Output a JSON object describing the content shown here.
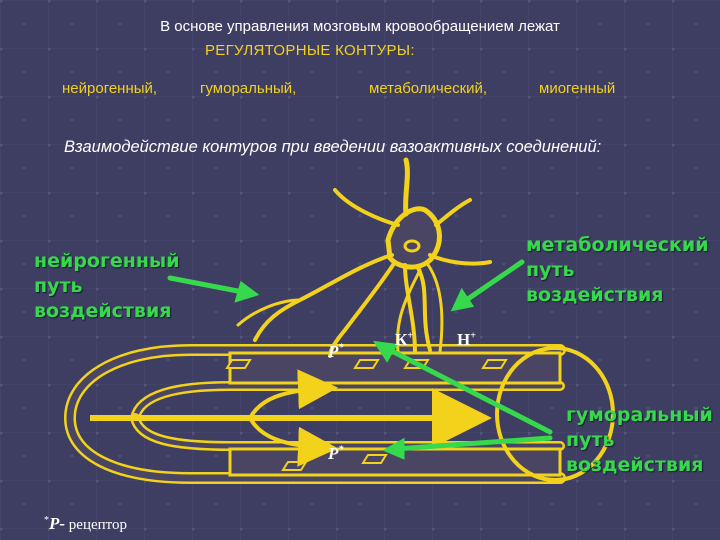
{
  "header": {
    "line1": "В основе управления мозговым кровообращением лежат",
    "line2": "РЕГУЛЯТОРНЫЕ    КОНТУРЫ:"
  },
  "contours": [
    "нейрогенный,",
    "гуморальный,",
    "метаболический,",
    "миогенный"
  ],
  "interaction": "Взаимодействие контуров при введении вазоактивных соединений:",
  "paths": {
    "neurogenic": "нейрогенный путь воздействия",
    "metabolic": "метаболический путь воздействия",
    "humoral": "гуморальный путь воздействия"
  },
  "labels": {
    "receptor": "Р",
    "potassium": "К",
    "hydrogen": "Н"
  },
  "footnote": {
    "symbol": "Р-",
    "text": "рецептор"
  },
  "colors": {
    "background": "#3e3d62",
    "accent_yellow": "#f2d21b",
    "arrow_green": "#36d94b",
    "vessel_fill": "#4a4563"
  }
}
